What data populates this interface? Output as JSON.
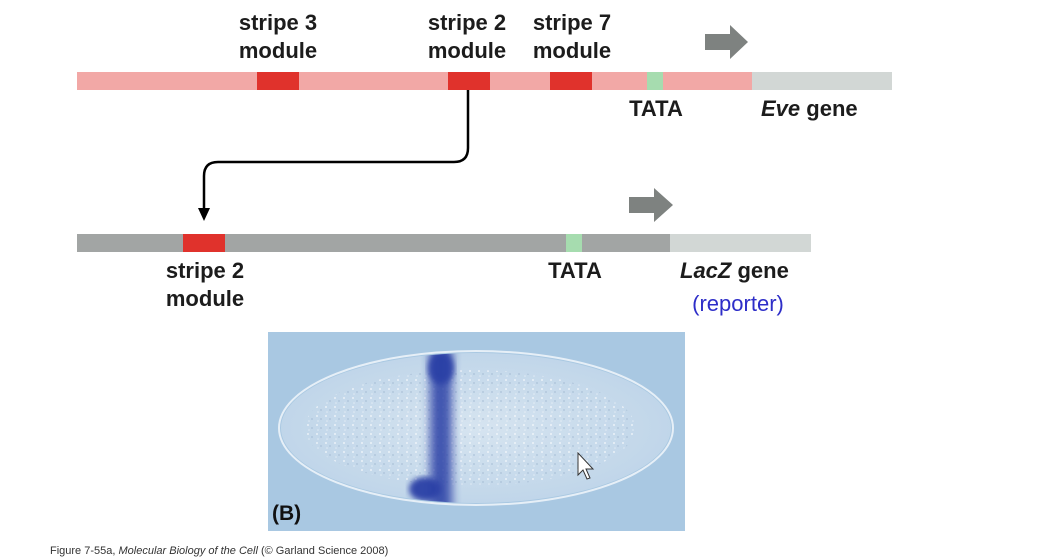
{
  "colors": {
    "eve_track": "#f2a8a6",
    "eve_gene": "#d2d7d5",
    "module": "#e0322c",
    "tata_box": "#a6dcaf",
    "lacz_track": "#a2a5a4",
    "lacz_gene": "#d2d7d5",
    "arrow": "#7e8280",
    "connector": "#000000",
    "reporter_text": "#2e2ec8",
    "photo_background": "#a9c8e2",
    "stripe_stain": "#2b3fa6"
  },
  "eve_construct": {
    "modules": [
      {
        "line1": "stripe 3",
        "line2": "module"
      },
      {
        "line1": "stripe 2",
        "line2": "module"
      },
      {
        "line1": "stripe 7",
        "line2": "module"
      }
    ],
    "tata_label": "TATA",
    "gene_name": "Eve",
    "gene_word": " gene",
    "arrow_icon": "transcription-start-arrow"
  },
  "reporter_construct": {
    "module": {
      "line1": "stripe 2",
      "line2": "module"
    },
    "tata_label": "TATA",
    "gene_name": "LacZ",
    "gene_word": " gene",
    "reporter_label": "(reporter)",
    "arrow_icon": "transcription-start-arrow"
  },
  "photo": {
    "panel_label": "(B)",
    "subject": "embryo-with-stripe-2-staining",
    "cursor_icon": "mouse-pointer"
  },
  "caption": {
    "figure": "Figure 7-55a",
    "title": "Molecular Biology of the Cell",
    "credit": " (© Garland Science 2008)"
  }
}
